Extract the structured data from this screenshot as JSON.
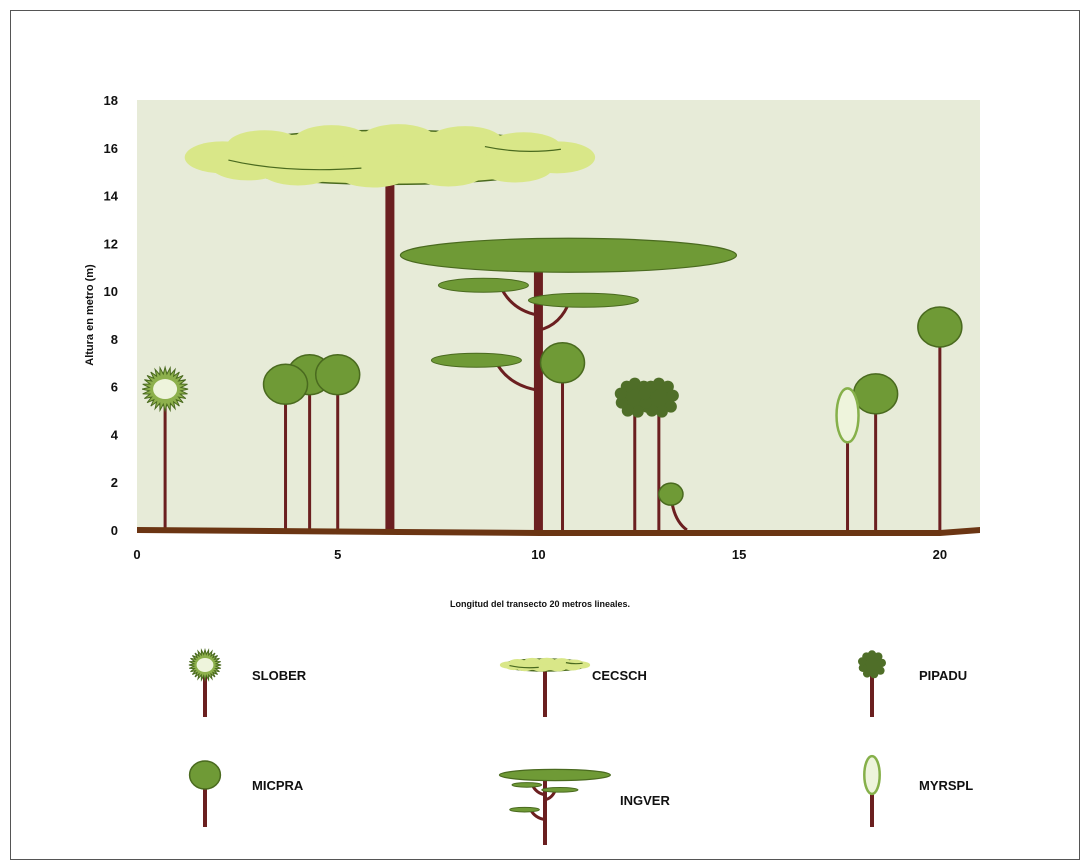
{
  "chart_data": {
    "type": "scatter",
    "title": "",
    "xlabel": "Longitud del transecto 20 metros lineales.",
    "ylabel": "Altura en metro (m)",
    "xlim": [
      0,
      21
    ],
    "ylim": [
      0,
      18
    ],
    "xticks": [
      0,
      5,
      10,
      15,
      20
    ],
    "yticks": [
      0,
      2,
      4,
      6,
      8,
      10,
      12,
      14,
      16,
      18
    ],
    "grid": false,
    "legend_placement": "bottom",
    "colors": {
      "plot_background": "#e7ebd8",
      "trunk": "#6b1f20",
      "ground": "#6b3513",
      "crown_outline": "#4a6a1f"
    },
    "species": [
      {
        "code": "SLOBER",
        "color": "#8db04c",
        "crown": "sun"
      },
      {
        "code": "CECSCH",
        "color": "#d9e788",
        "crown": "cloud"
      },
      {
        "code": "PIPADU",
        "color": "#4f6e28",
        "crown": "bush"
      },
      {
        "code": "MICPRA",
        "color": "#6f9a36",
        "crown": "ellipse"
      },
      {
        "code": "INGVER",
        "color": "#6f9a36",
        "crown": "layers"
      },
      {
        "code": "MYRSPL",
        "color": "#eef4dc",
        "crown": "narrow"
      }
    ],
    "trees": [
      {
        "species": "SLOBER",
        "x": 0.7,
        "height": 5.9
      },
      {
        "species": "MICPRA",
        "x": 3.7,
        "height": 6.1
      },
      {
        "species": "MICPRA",
        "x": 4.3,
        "height": 6.5
      },
      {
        "species": "MICPRA",
        "x": 5.0,
        "height": 6.5
      },
      {
        "species": "CECSCH",
        "x": 6.3,
        "height": 15.6
      },
      {
        "species": "INGVER",
        "x": 10.0,
        "height": 11.5
      },
      {
        "species": "MICPRA",
        "x": 10.6,
        "height": 7.0
      },
      {
        "species": "PIPADU",
        "x": 12.4,
        "height": 5.5
      },
      {
        "species": "PIPADU",
        "x": 13.0,
        "height": 5.5
      },
      {
        "species": "MICPRA",
        "x": 13.3,
        "height": 1.5
      },
      {
        "species": "MYRSPL",
        "x": 17.7,
        "height": 4.8
      },
      {
        "species": "MICPRA",
        "x": 18.4,
        "height": 5.7
      },
      {
        "species": "MICPRA",
        "x": 20.0,
        "height": 8.5
      }
    ]
  }
}
